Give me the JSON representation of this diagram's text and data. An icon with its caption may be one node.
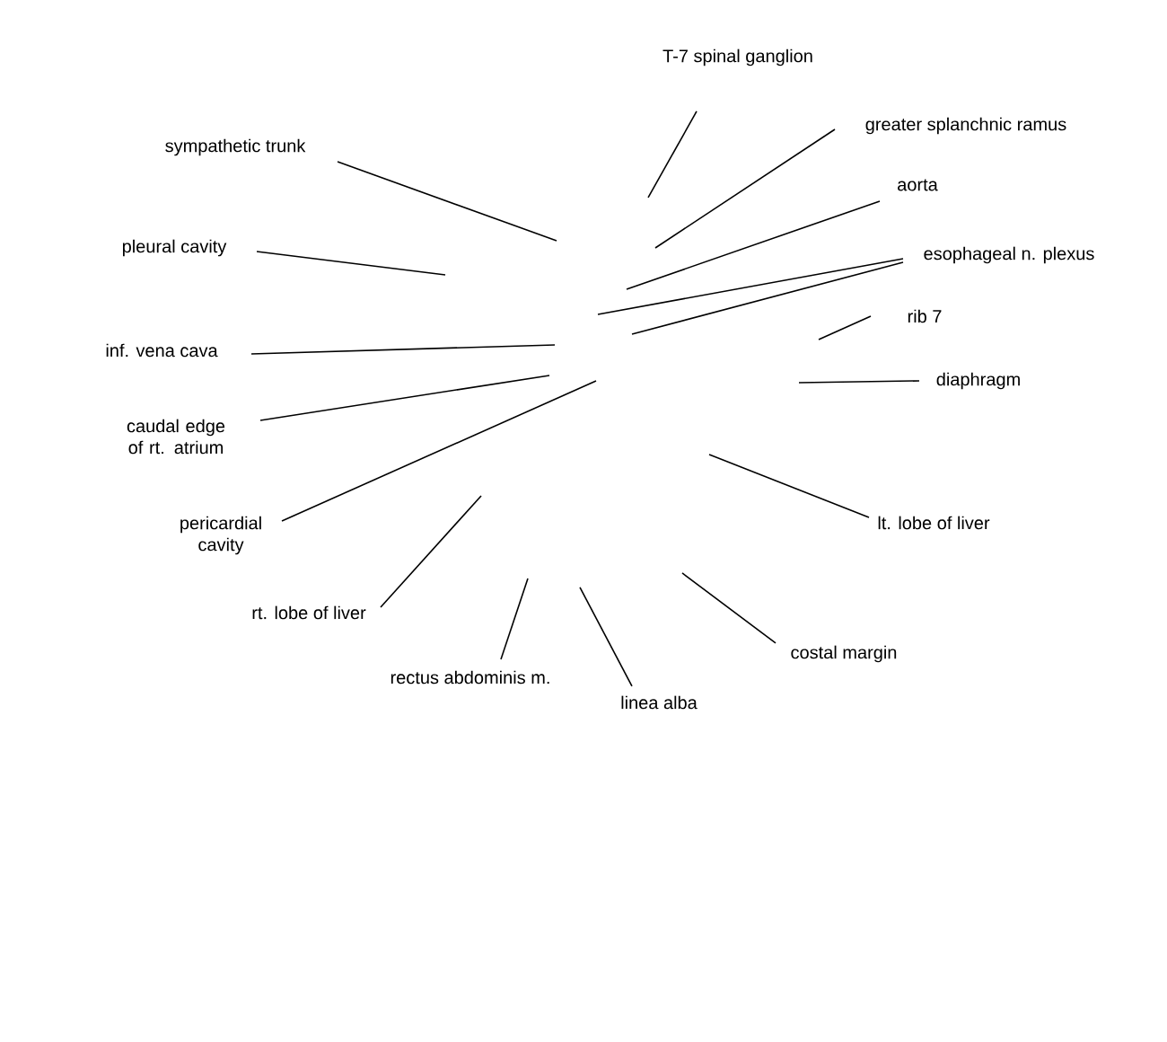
{
  "diagram": {
    "nodes": [
      {
        "text": [
          "T-7 spinal ganglion"
        ]
      },
      {
        "text": [
          "greater splanchnic ramus"
        ]
      },
      {
        "text": [
          "aorta"
        ]
      },
      {
        "text": [
          "esophageal n. plexus"
        ]
      },
      {
        "text": [
          "rib 7"
        ]
      },
      {
        "text": [
          "diaphragm"
        ]
      },
      {
        "text": [
          "lt. lobe of liver"
        ]
      },
      {
        "text": [
          "costal margin"
        ]
      },
      {
        "text": [
          "linea alba"
        ]
      },
      {
        "text": [
          "rectus abdominis m."
        ]
      },
      {
        "text": [
          "rt. lobe of liver"
        ]
      },
      {
        "text": [
          "pericardial cavity"
        ]
      },
      {
        "text": [
          "caudal edge of rt. atrium"
        ]
      },
      {
        "text": [
          "inf. vena cava"
        ]
      },
      {
        "text": [
          "pleural cavity"
        ]
      },
      {
        "text": [
          "sympathetic trunk"
        ]
      }
    ],
    "edges": [
      {
        "from": 0,
        "to": null,
        "arrow": "none"
      },
      {
        "from": 1,
        "to": null,
        "arrow": "none"
      },
      {
        "from": 2,
        "to": null,
        "arrow": "none"
      },
      {
        "from": 3,
        "to": null,
        "arrow": "none"
      },
      {
        "from": 3,
        "to": null,
        "arrow": "none"
      },
      {
        "from": 4,
        "to": null,
        "arrow": "none"
      },
      {
        "from": 5,
        "to": null,
        "arrow": "none"
      },
      {
        "from": 6,
        "to": null,
        "arrow": "none"
      },
      {
        "from": 7,
        "to": null,
        "arrow": "none"
      },
      {
        "from": 8,
        "to": null,
        "arrow": "none"
      },
      {
        "from": 9,
        "to": null,
        "arrow": "none"
      },
      {
        "from": 10,
        "to": null,
        "arrow": "none"
      },
      {
        "from": 11,
        "to": null,
        "arrow": "none"
      },
      {
        "from": 12,
        "to": null,
        "arrow": "none"
      },
      {
        "from": 13,
        "to": null,
        "arrow": "none"
      },
      {
        "from": 14,
        "to": null,
        "arrow": "none"
      },
      {
        "from": 15,
        "to": null,
        "arrow": "none"
      }
    ]
  }
}
